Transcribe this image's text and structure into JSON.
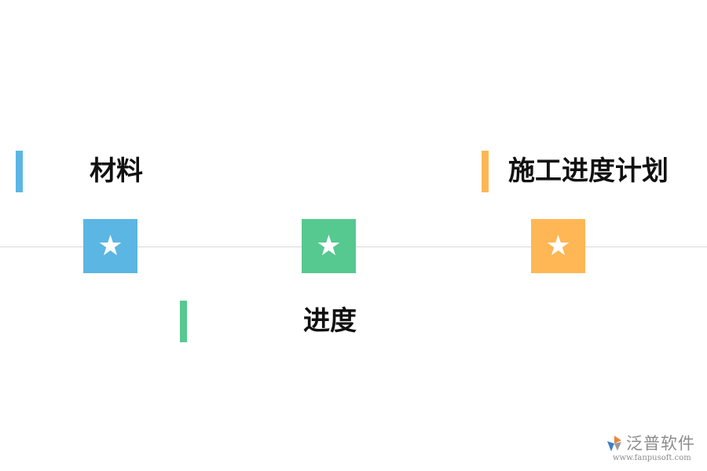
{
  "diagram": {
    "axis_color": "#d8d8d8",
    "items": [
      {
        "label": "材料",
        "color": "#5bb6e4",
        "icon": "star-icon",
        "glyph": "★"
      },
      {
        "label": "进度",
        "color": "#55c990",
        "icon": "star-icon",
        "glyph": "★"
      },
      {
        "label": "施工进度计划",
        "color": "#ffb755",
        "icon": "star-icon",
        "glyph": "★"
      }
    ]
  },
  "brand": {
    "name": "泛普软件",
    "url": "www.fanpusoft.com",
    "logo_icon": "fanpu-logo-icon"
  }
}
